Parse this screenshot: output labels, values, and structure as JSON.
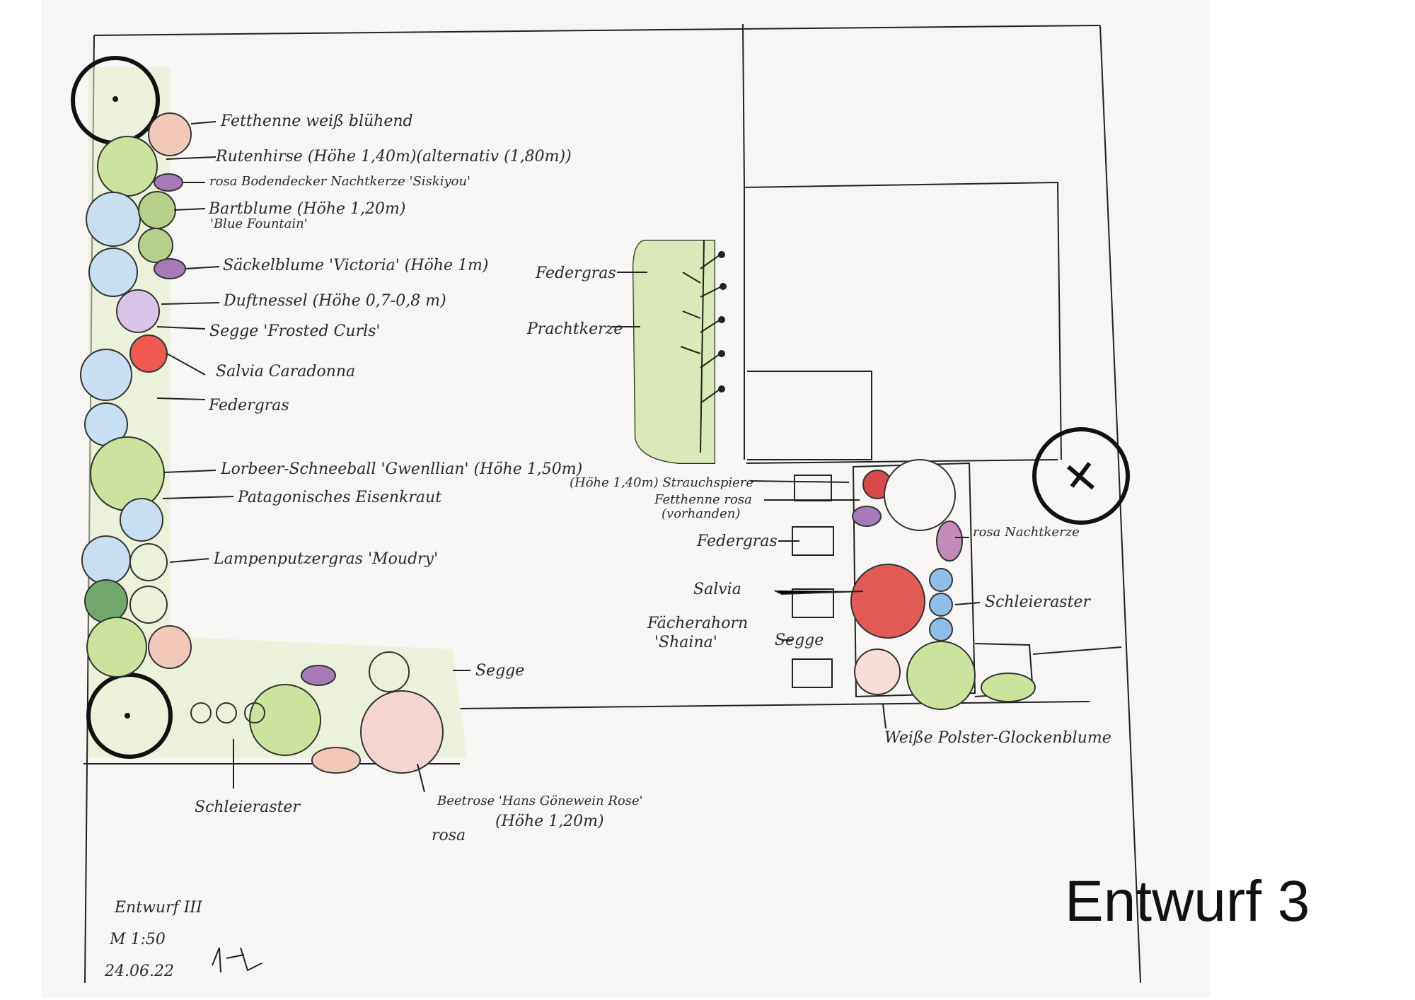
{
  "page_title": "Entwurf 3",
  "labels_left": {
    "fetthenne": "Fetthenne weiß blühend",
    "rutenhirse": "Rutenhirse (Höhe 1,40m)(alternativ (1,80m))",
    "nachtkerze": "rosa Bodendecker Nachtkerze 'Siskiyou'",
    "bartblume": "Bartblume (Höhe 1,20m)",
    "bartblume_sub": "'Blue Fountain'",
    "saeckelblume": "Säckelblume 'Victoria' (Höhe 1m)",
    "duftnessel": "Duftnessel (Höhe 0,7-0,8 m)",
    "segge": "Segge 'Frosted Curls'",
    "salvia": "Salvia Caradonna",
    "federgras": "Federgras",
    "lorbeer": "Lorbeer-Schneeball 'Gwenllian' (Höhe 1,50m)",
    "eisenkraut": "Patagonisches Eisenkraut",
    "lampenputzer": "Lampenputzergras 'Moudry'"
  },
  "labels_bottom": {
    "segge": "Segge",
    "schleieraster": "Schleieraster",
    "beetrose": "Beetrose 'Hans Gönewein Rose'",
    "beetrose_height": "(Höhe 1,20m)",
    "beetrose_color": "rosa"
  },
  "labels_middle": {
    "federgras": "Federgras",
    "prachtkerze": "Prachtkerze"
  },
  "labels_right": {
    "strauchspiere": "(Höhe 1,40m) Strauchspiere",
    "fetthenne": "Fetthenne rosa",
    "fetthenne_note": "(vorhanden)",
    "federgras": "Federgras",
    "salvia": "Salvia",
    "faecherahorn": "Fächerahorn",
    "faecherahorn_sub": "'Shaina'",
    "segge": "Segge",
    "nachtkerze": "rosa Nachtkerze",
    "schleieraster": "Schleieraster",
    "glockenblume": "Weiße Polster-Glockenblume"
  },
  "signature": {
    "line1": "Entwurf III",
    "line2": "M 1:50",
    "line3": "24.06.22"
  }
}
